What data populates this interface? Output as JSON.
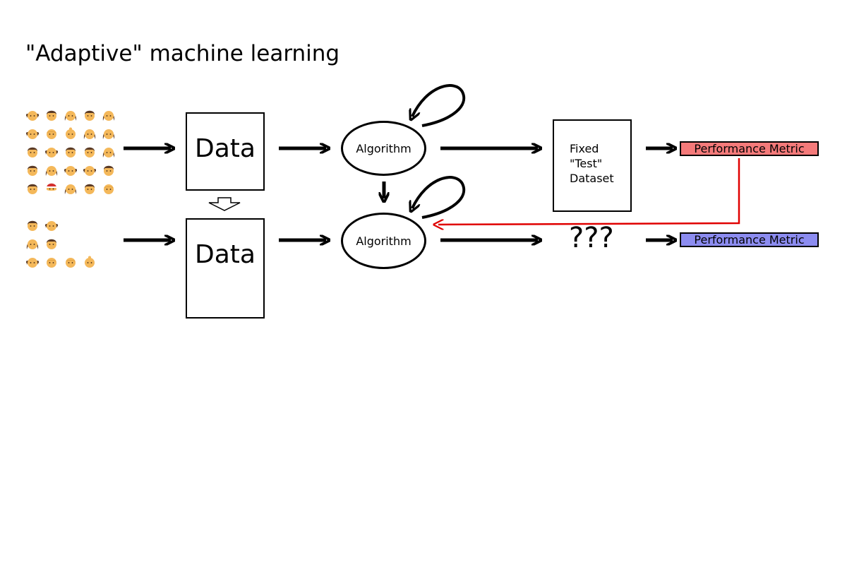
{
  "title": "\"Adaptive\" machine learning",
  "top_row": {
    "data_label": "Data",
    "algorithm_label": "Algorithm",
    "test_dataset_lines": [
      "Fixed",
      "\"Test\"",
      "Dataset"
    ],
    "metric_label": "Performance Metric",
    "metric_color": "#f47a7a"
  },
  "bottom_row": {
    "data_label": "Data",
    "algorithm_label": "Algorithm",
    "unknown_label": "???",
    "metric_label": "Performance Metric",
    "metric_color": "#8c8cf0"
  },
  "feedback_color": "#e00000",
  "people_icon": "person-icon"
}
